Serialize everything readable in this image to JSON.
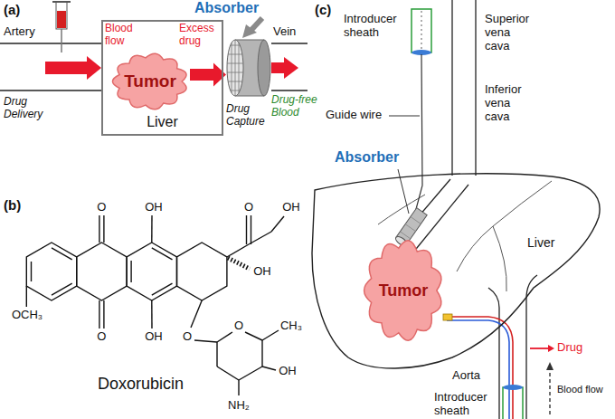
{
  "diagram": {
    "nodes": [
      {
        "text": [
          "Liver"
        ]
      },
      {
        "text": [
          "Tumor"
        ],
        "in": 0
      },
      {
        "text": [
          "Absorber"
        ]
      },
      {
        "text": [
          "Liver"
        ]
      },
      {
        "text": [
          "Tumor"
        ],
        "in": 3
      }
    ],
    "edges": [
      {
        "from": 1,
        "to": 2,
        "arrow": "to"
      }
    ],
    "labels": [
      "(a)",
      "Artery",
      "Blood flow",
      "Excess drug",
      "Vein",
      "Drug-free Blood",
      "Drug Delivery",
      "Drug Capture",
      "(b)",
      "O",
      "OH",
      "O",
      "OH",
      "OH",
      "OCH₃",
      "O",
      "OH",
      "O",
      "O",
      "CH₃",
      "OH",
      "NH₂",
      "Doxorubicin",
      "(c)",
      "Introducer sheath",
      "Superior vena cava",
      "Inferior vena cava",
      "Guide wire",
      "Absorber",
      "Drug",
      "Aorta",
      "Introducer sheath",
      "Blood flow"
    ]
  }
}
